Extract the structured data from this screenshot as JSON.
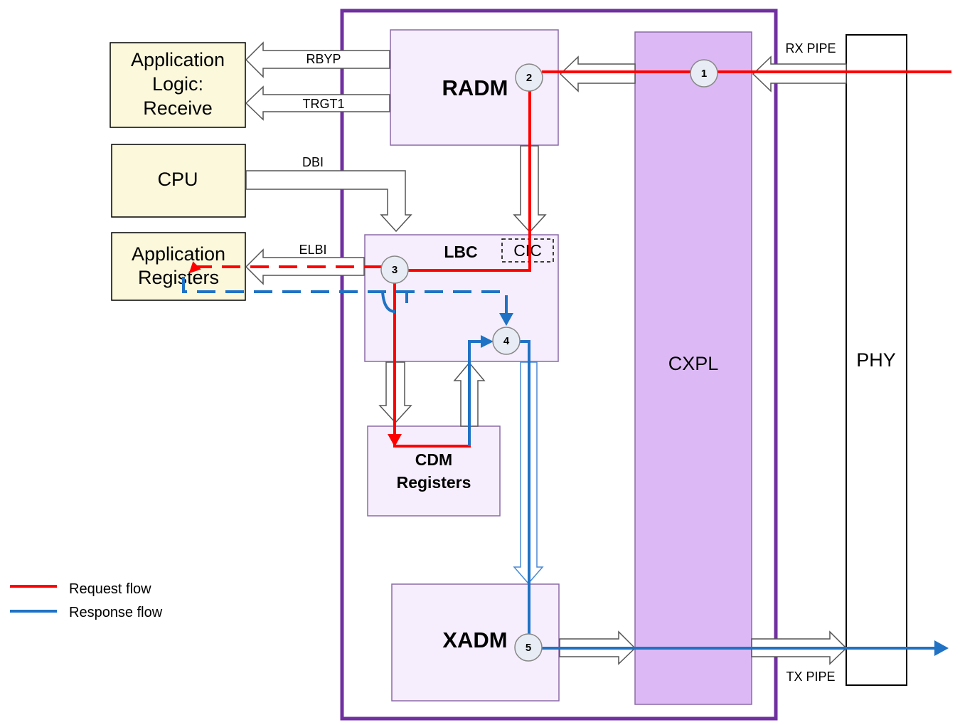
{
  "diagram": {
    "blocks": {
      "app_logic": {
        "lines": [
          "Application",
          "Logic:",
          "Receive"
        ]
      },
      "cpu": {
        "label": "CPU"
      },
      "app_registers": {
        "lines": [
          "Application",
          "Registers"
        ]
      },
      "radm": {
        "label": "RADM"
      },
      "lbc": {
        "label": "LBC"
      },
      "cic": {
        "label": "CIC"
      },
      "cdm": {
        "lines": [
          "CDM",
          "Registers"
        ]
      },
      "xadm": {
        "label": "XADM"
      },
      "cxpl": {
        "label": "CXPL"
      },
      "phy": {
        "label": "PHY"
      }
    },
    "buses": {
      "rbyp": "RBYP",
      "trgt1": "TRGT1",
      "dbi": "DBI",
      "elbi": "ELBI",
      "rx_pipe": "RX PIPE",
      "tx_pipe": "TX PIPE"
    },
    "steps": [
      "1",
      "2",
      "3",
      "4",
      "5"
    ],
    "legend": [
      {
        "label": "Request flow",
        "color": "#ff0000"
      },
      {
        "label": "Response flow",
        "color": "#1f72c4"
      }
    ],
    "colors": {
      "request": "#ff0000",
      "response": "#1f72c4",
      "core_border": "#7030a0",
      "block_fill": "#f6eefc",
      "block_stroke": "#8b6aa8",
      "cxpl_fill": "#dcb9f5",
      "app_fill": "#fbf8dc"
    }
  }
}
